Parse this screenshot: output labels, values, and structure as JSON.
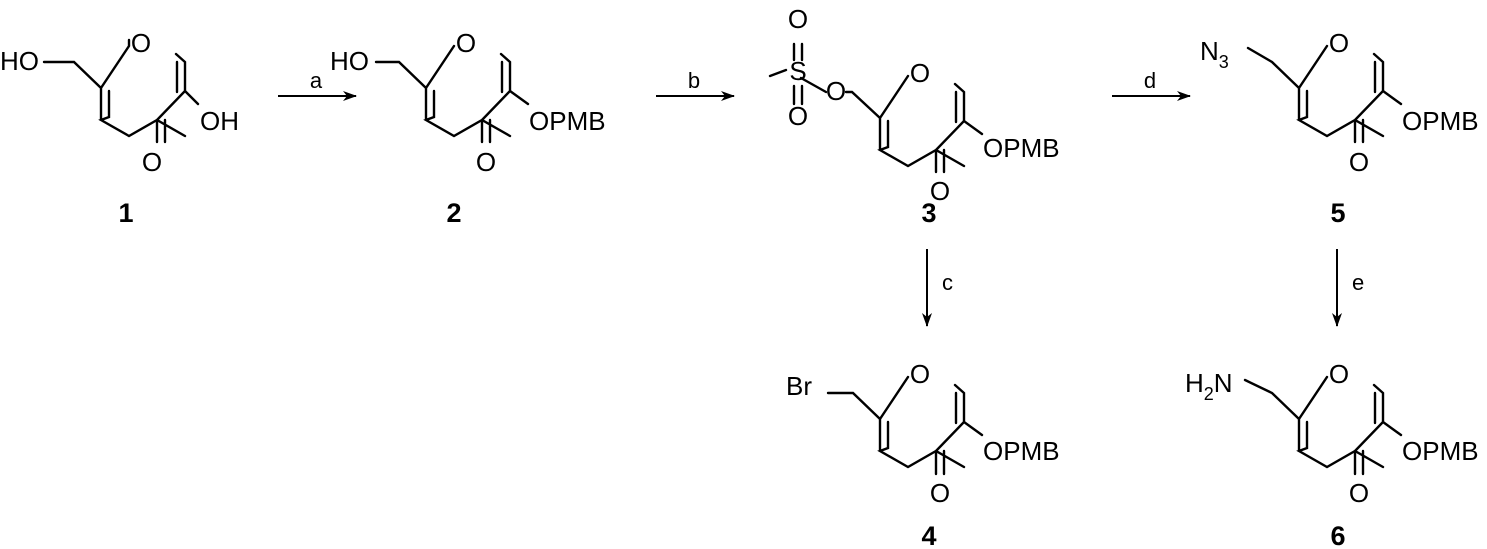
{
  "compounds": [
    {
      "id": "c1",
      "number": "1",
      "labels": {
        "o_ring": "O",
        "carbonyl": "O",
        "side": "HO",
        "sub5": "OH"
      }
    },
    {
      "id": "c2",
      "number": "2",
      "labels": {
        "o_ring": "O",
        "carbonyl": "O",
        "side": "HO",
        "sub5": "OPMB"
      }
    },
    {
      "id": "c3",
      "number": "3",
      "labels": {
        "o_ring": "O",
        "carbonyl": "O",
        "sub5": "OPMB",
        "ms_s": "S",
        "ms_o_top": "O",
        "ms_o_bottom": "O",
        "ms_o_link": "O"
      }
    },
    {
      "id": "c4",
      "number": "4",
      "labels": {
        "o_ring": "O",
        "carbonyl": "O",
        "side": "Br",
        "sub5": "OPMB"
      }
    },
    {
      "id": "c5",
      "number": "5",
      "labels": {
        "o_ring": "O",
        "carbonyl": "O",
        "side": "N",
        "side_sub": "3",
        "sub5": "OPMB"
      }
    },
    {
      "id": "c6",
      "number": "6",
      "labels": {
        "o_ring": "O",
        "carbonyl": "O",
        "side": "H",
        "side_sub": "2",
        "side_tail": "N",
        "sub5": "OPMB"
      }
    }
  ],
  "arrows": [
    {
      "id": "a",
      "label": "a"
    },
    {
      "id": "b",
      "label": "b"
    },
    {
      "id": "c",
      "label": "c"
    },
    {
      "id": "d",
      "label": "d"
    },
    {
      "id": "e",
      "label": "e"
    }
  ]
}
